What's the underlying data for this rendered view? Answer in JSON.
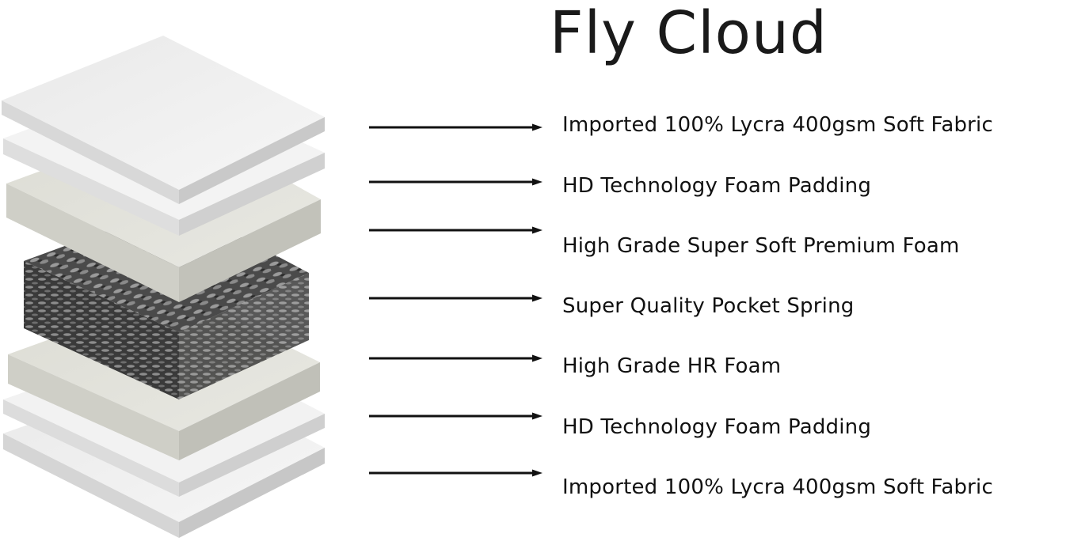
{
  "title": "Fly Cloud",
  "layers": [
    {
      "label": "Imported 100% Lycra 400gsm Soft Fabric",
      "material": "fabric"
    },
    {
      "label": "HD Technology Foam Padding",
      "material": "padding"
    },
    {
      "label": "High Grade Super Soft Premium Foam",
      "material": "foam"
    },
    {
      "label": "Super Quality Pocket Spring",
      "material": "spring"
    },
    {
      "label": "High Grade HR Foam",
      "material": "foam"
    },
    {
      "label": "HD Technology Foam Padding",
      "material": "padding"
    },
    {
      "label": "Imported 100% Lycra 400gsm Soft Fabric",
      "material": "fabric"
    }
  ],
  "colors": {
    "fabric": "#eeeeee",
    "padding": "#f5f5f5",
    "foam": "#d9d9d2",
    "spring": "#555555",
    "arrow": "#111111",
    "text": "#111111"
  }
}
